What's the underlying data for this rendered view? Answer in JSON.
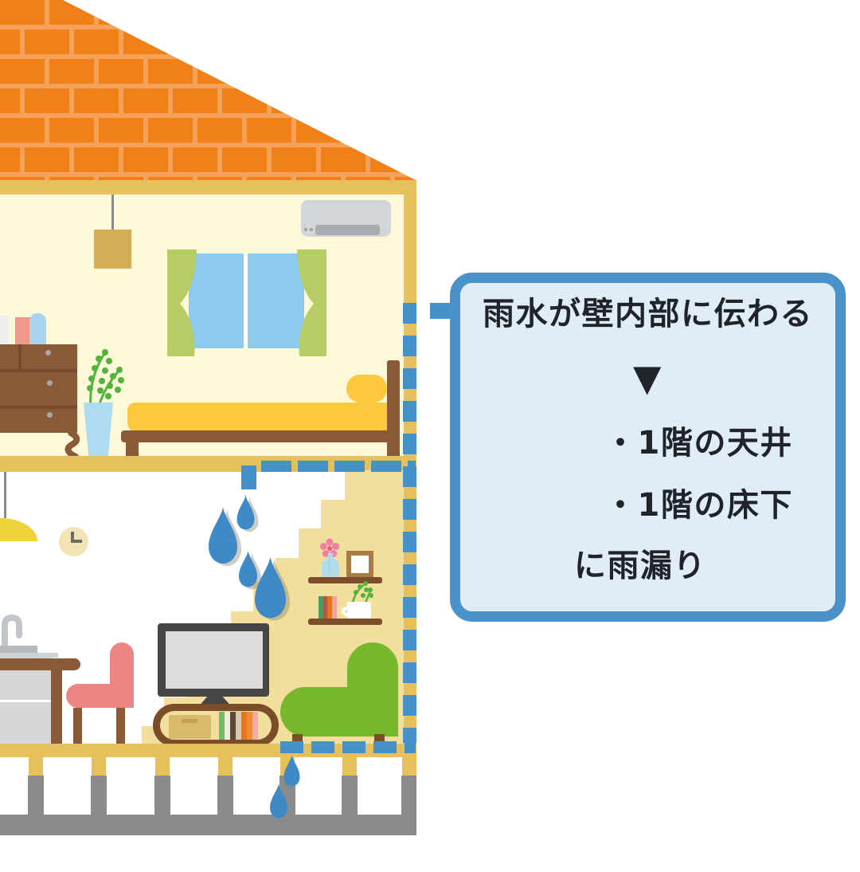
{
  "callout": {
    "heading": "雨水が壁内部に伝わる",
    "arrow": "▼",
    "items": [
      "・1階の天井",
      "・1階の床下"
    ],
    "footer": "に雨漏り"
  },
  "colors": {
    "roof_brick": "#f28019",
    "roof_mortar": "#f4a259",
    "gold": "#e6c05c",
    "wall_yellow": "#fdf8d8",
    "stairs_tan": "#f2df9d",
    "foundation_gray": "#8b8b8b",
    "water_blue": "#3f8ac6",
    "line_blue": "#4691c9",
    "callout_border": "#4a93ca",
    "callout_bg": "#e0ecf6",
    "text_dark": "#20242a",
    "curtain_green": "#b6cd65",
    "window_blue": "#8ccaee",
    "bed_yellow": "#fcc93e",
    "wood_brown": "#8a5a38",
    "wood_dark": "#7b4d28",
    "tv_frame": "#454545",
    "tv_screen": "#dcdcdc",
    "sofa_green": "#77b82c",
    "chair_pink": "#ee8585",
    "counter_gray": "#d6d6d6",
    "clock_face": "#f3e4b5",
    "lamp_yellow": "#eed23a",
    "pendant_shade": "#d3ad57",
    "plant_green": "#54b33e",
    "vase_blue": "#aedbf2",
    "ac_gray": "#d3d6d9",
    "ac_vent": "#a8adb3"
  }
}
